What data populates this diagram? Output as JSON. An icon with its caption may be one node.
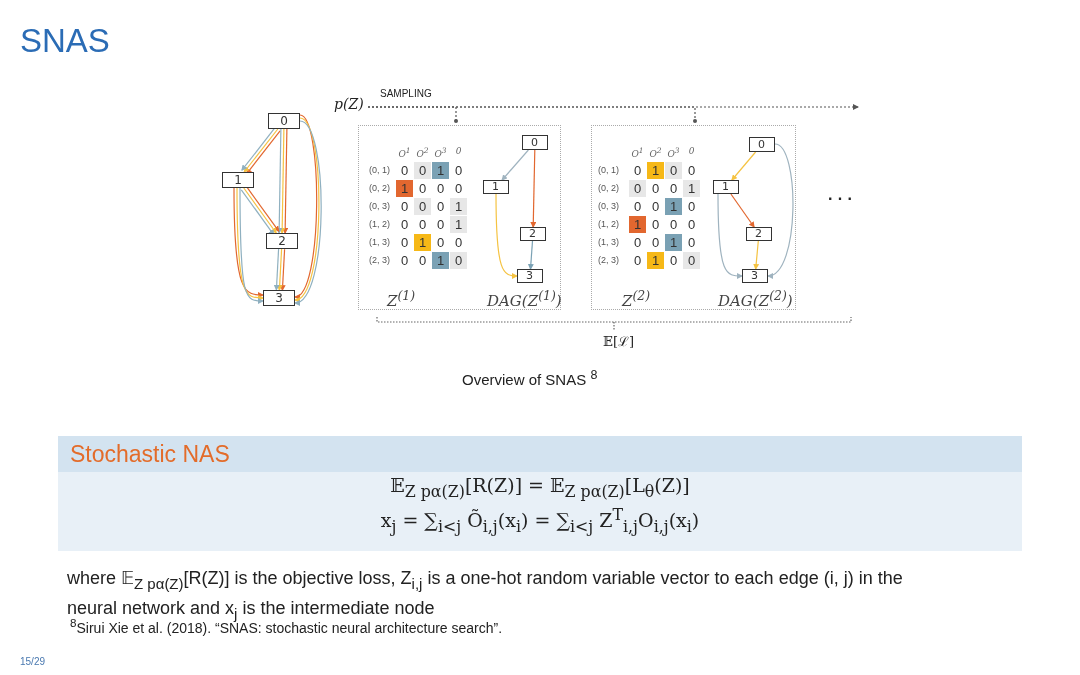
{
  "diagram": {
    "title": "SNAS",
    "nodes": [
      {
        "text": [
          "0"
        ]
      },
      {
        "text": [
          "1"
        ]
      },
      {
        "text": [
          "2"
        ]
      },
      {
        "text": [
          "3"
        ]
      },
      {
        "text": [
          "p(Z)"
        ]
      },
      {
        "text": [
          "Z$^{(1)}$",
          "DAG(Z$^{(1)}$)"
        ]
      },
      {
        "text": [
          "0"
        ],
        "in": 5
      },
      {
        "text": [
          "1"
        ],
        "in": 5
      },
      {
        "text": [
          "2"
        ],
        "in": 5
      },
      {
        "text": [
          "3"
        ],
        "in": 5
      },
      {
        "text": [
          "Z$^{(2)}$",
          "DAG(Z$^{(2)}$)"
        ]
      },
      {
        "text": [
          "0"
        ],
        "in": 10
      },
      {
        "text": [
          "1"
        ],
        "in": 10
      },
      {
        "text": [
          "2"
        ],
        "in": 10
      },
      {
        "text": [
          "3"
        ],
        "in": 10
      },
      {
        "text": [
          "Stochastic NAS",
          "𝔼$_{Z pα(Z)}$[R(Z)] = 𝔼$_{Z pα(Z)}$[L$_{θ}$(Z)]",
          "x$_{j}$ = ∑$_{i<j}$ Õ$_{i,j}$(x$_{i}$) = ∑$_{i<j}$ Z$^{T}$$_{i,j}$O$_{i,j}$(x$_{i}$)"
        ]
      }
    ],
    "edges": [
      {
        "from": 0,
        "to": 1,
        "arrow": "to",
        "color": "#e2672f"
      },
      {
        "from": 0,
        "to": 1,
        "arrow": "to",
        "color": "#f5c342"
      },
      {
        "from": 0,
        "to": 1,
        "arrow": "to",
        "color": "#8fb0c0"
      },
      {
        "from": 0,
        "to": 2,
        "arrow": "to",
        "color": "#e2672f"
      },
      {
        "from": 0,
        "to": 2,
        "arrow": "to",
        "color": "#f5c342"
      },
      {
        "from": 0,
        "to": 2,
        "arrow": "to",
        "color": "#8fb0c0"
      },
      {
        "from": 0,
        "to": 3,
        "arrow": "to",
        "color": "#e2672f"
      },
      {
        "from": 0,
        "to": 3,
        "arrow": "to",
        "color": "#f5c342"
      },
      {
        "from": 0,
        "to": 3,
        "arrow": "to",
        "color": "#8fb0c0"
      },
      {
        "from": 1,
        "to": 2,
        "arrow": "to",
        "color": "#e2672f"
      },
      {
        "from": 1,
        "to": 2,
        "arrow": "to",
        "color": "#f5c342"
      },
      {
        "from": 1,
        "to": 2,
        "arrow": "to",
        "color": "#8fb0c0"
      },
      {
        "from": 1,
        "to": 3,
        "arrow": "to",
        "color": "#e2672f"
      },
      {
        "from": 1,
        "to": 3,
        "arrow": "to",
        "color": "#f5c342"
      },
      {
        "from": 1,
        "to": 3,
        "arrow": "to",
        "color": "#8fb0c0"
      },
      {
        "from": 2,
        "to": 3,
        "arrow": "to",
        "color": "#e2672f"
      },
      {
        "from": 2,
        "to": 3,
        "arrow": "to",
        "color": "#f5c342"
      },
      {
        "from": 2,
        "to": 3,
        "arrow": "to",
        "color": "#8fb0c0"
      },
      {
        "from": 4,
        "to": null,
        "arrow": "to",
        "style": "dashed",
        "label": "SAMPLING",
        "color": "#555555"
      },
      {
        "from": 4,
        "to": 5,
        "arrow": "other",
        "style": "dashed",
        "color": "#555555"
      },
      {
        "from": 4,
        "to": 10,
        "arrow": "other",
        "style": "dashed",
        "color": "#555555"
      },
      {
        "from": 6,
        "to": 7,
        "arrow": "to",
        "color": "#9fb3bf"
      },
      {
        "from": 6,
        "to": 8,
        "arrow": "to",
        "color": "#e2672f"
      },
      {
        "from": 7,
        "to": 9,
        "arrow": "to",
        "color": "#f5c342"
      },
      {
        "from": 8,
        "to": 9,
        "arrow": "to",
        "color": "#7aa1b4"
      },
      {
        "from": 11,
        "to": 12,
        "arrow": "to",
        "color": "#f5c342"
      },
      {
        "from": 11,
        "to": 14,
        "arrow": "to",
        "color": "#9fb3bf"
      },
      {
        "from": 12,
        "to": 13,
        "arrow": "to",
        "color": "#e2672f"
      },
      {
        "from": 12,
        "to": 14,
        "arrow": "to",
        "color": "#9fb3bf"
      },
      {
        "from": 13,
        "to": 14,
        "arrow": "to",
        "color": "#f5c342"
      }
    ],
    "labels": [
      "O$^{1}$",
      "O$^{2}$",
      "O$^{3}$",
      "0",
      "(0, 1)",
      "0",
      "0",
      "1",
      "0",
      "(0, 2)",
      "1",
      "0",
      "0",
      "0",
      "(0, 3)",
      "0",
      "0",
      "0",
      "1",
      "(1, 2)",
      "0",
      "0",
      "0",
      "1",
      "(1, 3)",
      "0",
      "1",
      "0",
      "0",
      "(2, 3)",
      "0",
      "0",
      "1",
      "0",
      "O$^{1}$",
      "O$^{2}$",
      "O$^{3}$",
      "0",
      "(0, 1)",
      "0",
      "1",
      "0",
      "0",
      "(0, 2)",
      "0",
      "0",
      "0",
      "1",
      "(0, 3)",
      "0",
      "0",
      "1",
      "0",
      "(1, 2)",
      "1",
      "0",
      "0",
      "0",
      "(1, 3)",
      "0",
      "0",
      "1",
      "0",
      "(2, 3)",
      "0",
      "1",
      "0",
      "0",
      "· · ·",
      "𝔼[ℒ]",
      "Overview of SNAS $^{8}$",
      "where 𝔼$_{Z pα(Z)}$[R(Z)] is the objective loss, Z$_{i,j}$ is a one-hot random variable vector to each edge (i, j) in the neural network and x$_{j}$ is the intermediate node",
      "$^{8}$Sirui Xie et al. (2018). “SNAS: stochastic neural architecture search”.",
      "15/29"
    ]
  }
}
